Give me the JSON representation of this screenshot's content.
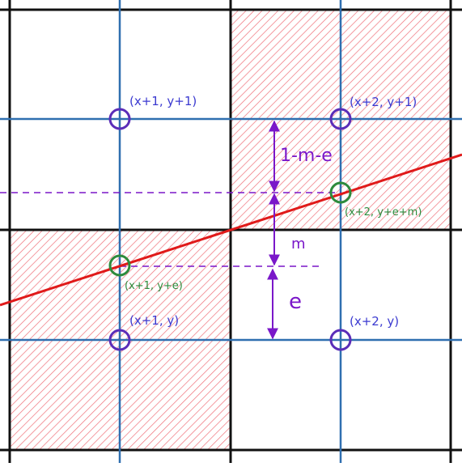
{
  "colors": {
    "background": "#ffffff",
    "coarse_grid": "#111111",
    "pixel_centers_grid": "#2f6fb0",
    "hatch": "#ef6f78",
    "line": "#e01a1a",
    "purple": "#7a17c9",
    "node_purple": "#5b2db8",
    "node_green": "#2e8b3d",
    "label_blue": "#3b3ad0",
    "label_green": "#2e8b3d"
  },
  "labels": {
    "p_x1_y1": "(x+1, y+1)",
    "p_x2_y1": "(x+2, y+1)",
    "p_x1_y": "(x+1, y)",
    "p_x2_y": "(x+2, y)",
    "p_x1_ye": "(x+1, y+e)",
    "p_x2_yem": "(x+2, y+e+m)",
    "dim_1me": "1-m-e",
    "dim_m": "m",
    "dim_e": "e"
  }
}
